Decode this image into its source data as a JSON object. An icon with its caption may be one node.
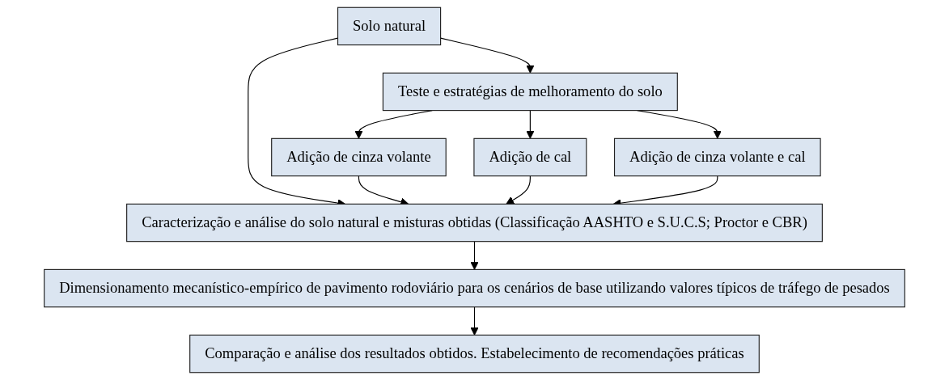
{
  "diagram": {
    "nodes": [
      {
        "text": [
          "Solo natural"
        ]
      },
      {
        "text": [
          "Teste e estratégias de melhoramento do solo"
        ]
      },
      {
        "text": [
          "Adição de cinza volante"
        ]
      },
      {
        "text": [
          "Adição de cal"
        ]
      },
      {
        "text": [
          "Adição de cinza volante e cal"
        ]
      },
      {
        "text": [
          "Caracterização e análise do solo natural e misturas obtidas (Classificação AASHTO e S.U.C.S; Proctor e CBR)"
        ]
      },
      {
        "text": [
          "Dimensionamento mecanístico-empírico de pavimento rodoviário para os cenários de base utilizando valores típicos de tráfego de pesados"
        ]
      },
      {
        "text": [
          "Comparação e análise dos resultados obtidos. Estabelecimento de recomendações práticas"
        ]
      }
    ],
    "edges": [
      {
        "from": 0,
        "to": 1,
        "arrow": "to"
      },
      {
        "from": 0,
        "to": 5,
        "arrow": "to"
      },
      {
        "from": 1,
        "to": 2,
        "arrow": "to"
      },
      {
        "from": 1,
        "to": 3,
        "arrow": "to"
      },
      {
        "from": 1,
        "to": 4,
        "arrow": "to"
      },
      {
        "from": 2,
        "to": 5,
        "arrow": "to"
      },
      {
        "from": 3,
        "to": 5,
        "arrow": "to"
      },
      {
        "from": 4,
        "to": 5,
        "arrow": "to"
      },
      {
        "from": 5,
        "to": 6,
        "arrow": "to"
      },
      {
        "from": 6,
        "to": 7,
        "arrow": "to"
      }
    ]
  }
}
